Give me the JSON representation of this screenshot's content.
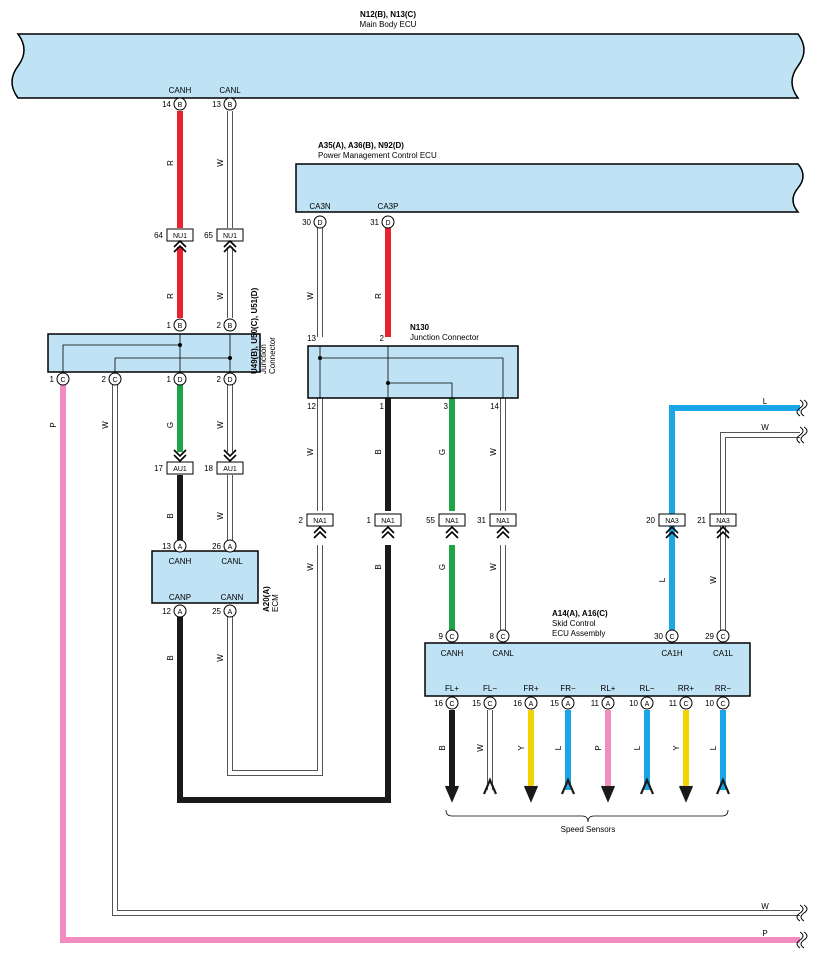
{
  "colors": {
    "box_fill": "#bfe3f5",
    "red": "#e8222e",
    "green": "#1fa548",
    "black": "#1a1a1a",
    "white": "#ffffff",
    "pink": "#f08cc0",
    "blue": "#1aa6e6",
    "yellow": "#f2d500"
  },
  "main_body_ecu": {
    "code": "N12(B), N13(C)",
    "name": "Main Body ECU",
    "pin_canh_label": "CANH",
    "pin_canl_label": "CANL",
    "pin_canh_num": "14",
    "pin_canl_num": "13",
    "pin_conn": "B"
  },
  "pmc_ecu": {
    "code": "A35(A), A36(B), N92(D)",
    "name": "Power Management Control ECU",
    "pin1_label": "CA3N",
    "pin2_label": "CA3P",
    "pin1_num": "30",
    "pin2_num": "31",
    "pin_conn": "D"
  },
  "junction_left": {
    "code": "U49(B), U50(C), U51(D)",
    "name1": "Junction",
    "name2": "Connector",
    "t1": "1",
    "t2": "2",
    "b1": "1",
    "b2": "2",
    "lc1": "1",
    "lc2": "2",
    "conn_b": "B",
    "conn_c": "C",
    "conn_d": "D"
  },
  "junction_n130": {
    "code": "N130",
    "name": "Junction Connector",
    "t13": "13",
    "t2": "2",
    "b12": "12",
    "b1": "1",
    "b3": "3",
    "b14": "14"
  },
  "ecm": {
    "code": "A20(A)",
    "name": "ECM",
    "canh": "CANH",
    "canl": "CANL",
    "canp": "CANP",
    "cann": "CANN",
    "p13": "13",
    "p26": "26",
    "p12": "12",
    "p25": "25",
    "conn": "A"
  },
  "skid": {
    "code": "A14(A), A16(C)",
    "name1": "Skid Control",
    "name2": "ECU Assembly",
    "pins": [
      {
        "label": "CANH",
        "num": "9",
        "conn": "C"
      },
      {
        "label": "CANL",
        "num": "8",
        "conn": "C"
      },
      {
        "label": "CA1H",
        "num": "30",
        "conn": "C"
      },
      {
        "label": "CA1L",
        "num": "29",
        "conn": "C"
      }
    ],
    "bottom_pins": [
      {
        "label": "FL+",
        "num": "16",
        "conn": "C",
        "wire": "B"
      },
      {
        "label": "FL−",
        "num": "15",
        "conn": "C",
        "wire": "W"
      },
      {
        "label": "FR+",
        "num": "16",
        "conn": "A",
        "wire": "Y"
      },
      {
        "label": "FR−",
        "num": "15",
        "conn": "A",
        "wire": "L"
      },
      {
        "label": "RL+",
        "num": "11",
        "conn": "A",
        "wire": "P"
      },
      {
        "label": "RL−",
        "num": "10",
        "conn": "A",
        "wire": "L"
      },
      {
        "label": "RR+",
        "num": "11",
        "conn": "C",
        "wire": "Y"
      },
      {
        "label": "RR−",
        "num": "10",
        "conn": "C",
        "wire": "L"
      }
    ],
    "speed_sensors": "Speed Sensors"
  },
  "connectors": {
    "nu1": "NU1",
    "au1": "AU1",
    "na1": "NA1",
    "na3": "NA3",
    "nu1_64": "64",
    "nu1_65": "65",
    "au1_17": "17",
    "au1_18": "18",
    "na1_2": "2",
    "na1_1": "1",
    "na1_55": "55",
    "na1_31": "31",
    "na3_20": "20",
    "na3_21": "21"
  },
  "wire_labels": {
    "R": "R",
    "W": "W",
    "G": "G",
    "B": "B",
    "P": "P",
    "L": "L",
    "Y": "Y"
  }
}
